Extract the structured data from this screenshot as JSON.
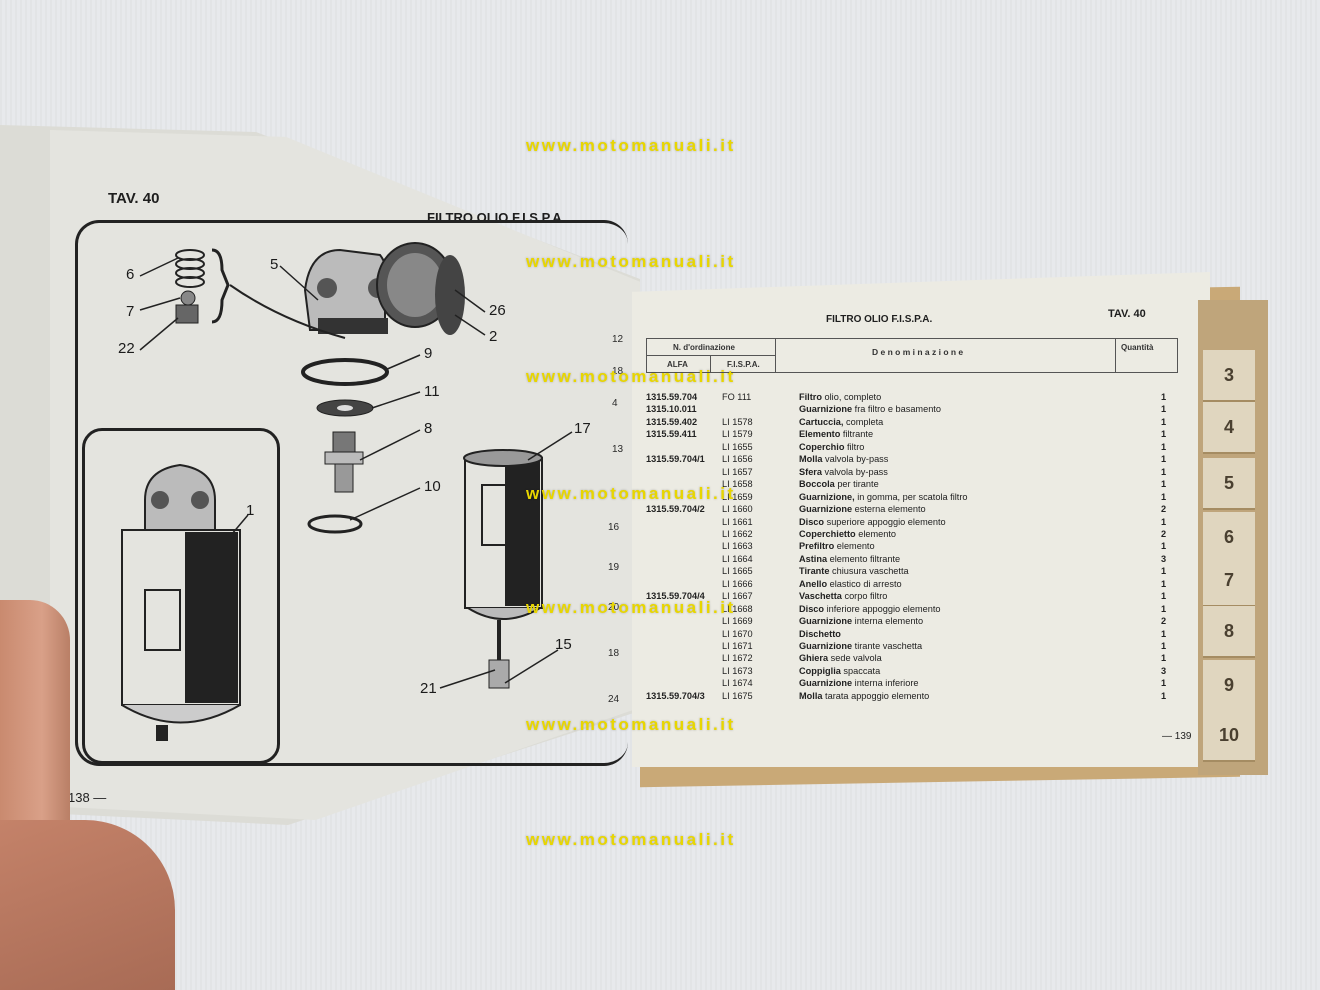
{
  "watermark": "www.motomanuali.it",
  "left_page": {
    "table_ref": "TAV.   40",
    "title": "FILTRO OLIO F.I.S.P.A.",
    "page_number": "138 —",
    "callouts": [
      "6",
      "7",
      "22",
      "5",
      "26",
      "2",
      "9",
      "11",
      "8",
      "10",
      "17",
      "1",
      "21",
      "15"
    ]
  },
  "right_page": {
    "title": "FILTRO OLIO F.I.S.P.A.",
    "table_ref": "TAV.   40",
    "page_number": "— 139",
    "header": {
      "order_no": "N. d'ordinazione",
      "alfa": "ALFA",
      "fispa": "F.I.S.P.A.",
      "denominazione": "D e n o m i n a z i o n e",
      "quantita": "Quantità"
    },
    "edge_numbers": [
      "12",
      "18",
      "4",
      "13",
      "16",
      "19",
      "20",
      "18",
      "24"
    ],
    "rows": [
      {
        "alfa": "1315.59.704",
        "fispa": "FO 111",
        "name": "Filtro",
        "desc": "olio, completo",
        "qty": "1"
      },
      {
        "alfa": "1315.10.011",
        "fispa": "",
        "name": "Guarnizione",
        "desc": "fra filtro e basamento",
        "qty": "1"
      },
      {
        "alfa": "1315.59.402",
        "fispa": "LI 1578",
        "name": "Cartuccia,",
        "desc": "completa",
        "qty": "1"
      },
      {
        "alfa": "1315.59.411",
        "fispa": "LI 1579",
        "name": "Elemento",
        "desc": "filtrante",
        "qty": "1"
      },
      {
        "alfa": "",
        "fispa": "LI 1655",
        "name": "Coperchio",
        "desc": "filtro",
        "qty": "1"
      },
      {
        "alfa": "1315.59.704/1",
        "fispa": "LI 1656",
        "name": "Molla",
        "desc": "valvola by-pass",
        "qty": "1"
      },
      {
        "alfa": "",
        "fispa": "LI 1657",
        "name": "Sfera",
        "desc": "valvola by-pass",
        "qty": "1"
      },
      {
        "alfa": "",
        "fispa": "LI 1658",
        "name": "Boccola",
        "desc": "per tirante",
        "qty": "1"
      },
      {
        "alfa": "",
        "fispa": "LI 1659",
        "name": "Guarnizione,",
        "desc": "in gomma, per scatola filtro",
        "qty": "1"
      },
      {
        "alfa": "1315.59.704/2",
        "fispa": "LI 1660",
        "name": "Guarnizione",
        "desc": "esterna elemento",
        "qty": "2"
      },
      {
        "alfa": "",
        "fispa": "LI 1661",
        "name": "Disco",
        "desc": "superiore appoggio elemento",
        "qty": "1"
      },
      {
        "alfa": "",
        "fispa": "LI 1662",
        "name": "Coperchietto",
        "desc": "elemento",
        "qty": "2"
      },
      {
        "alfa": "",
        "fispa": "LI 1663",
        "name": "Prefiltro",
        "desc": "elemento",
        "qty": "1"
      },
      {
        "alfa": "",
        "fispa": "LI 1664",
        "name": "Astina",
        "desc": "elemento filtrante",
        "qty": "3"
      },
      {
        "alfa": "",
        "fispa": "LI 1665",
        "name": "Tirante",
        "desc": "chiusura vaschetta",
        "qty": "1"
      },
      {
        "alfa": "",
        "fispa": "LI 1666",
        "name": "Anello",
        "desc": "elastico di arresto",
        "qty": "1"
      },
      {
        "alfa": "1315.59.704/4",
        "fispa": "LI 1667",
        "name": "Vaschetta",
        "desc": "corpo filtro",
        "qty": "1"
      },
      {
        "alfa": "",
        "fispa": "LI 1668",
        "name": "Disco",
        "desc": "inferiore appoggio elemento",
        "qty": "1"
      },
      {
        "alfa": "",
        "fispa": "LI 1669",
        "name": "Guarnizione",
        "desc": "interna elemento",
        "qty": "2"
      },
      {
        "alfa": "",
        "fispa": "LI 1670",
        "name": "Dischetto",
        "desc": "",
        "qty": "1"
      },
      {
        "alfa": "",
        "fispa": "LI 1671",
        "name": "Guarnizione",
        "desc": "tirante vaschetta",
        "qty": "1"
      },
      {
        "alfa": "",
        "fispa": "LI 1672",
        "name": "Ghiera",
        "desc": "sede valvola",
        "qty": "1"
      },
      {
        "alfa": "",
        "fispa": "LI 1673",
        "name": "Coppiglia",
        "desc": "spaccata",
        "qty": "3"
      },
      {
        "alfa": "",
        "fispa": "LI 1674",
        "name": "Guarnizione",
        "desc": "interna inferiore",
        "qty": "1"
      },
      {
        "alfa": "1315.59.704/3",
        "fispa": "LI 1675",
        "name": "Molla",
        "desc": "tarata appoggio elemento",
        "qty": "1"
      }
    ]
  },
  "index_tabs": [
    "3",
    "4",
    "5",
    "6",
    "7",
    "8",
    "9",
    "10"
  ]
}
